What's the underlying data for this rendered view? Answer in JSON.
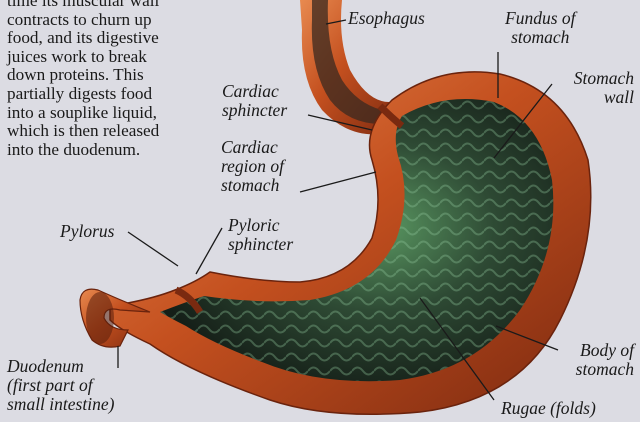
{
  "intro_text": [
    "time its muscular wall",
    "contracts to churn up",
    "food, and its digestive",
    "juices work to break",
    "down proteins. This",
    "partially digests food",
    "into a souplike liquid,",
    "which is then released",
    "into the duodenum."
  ],
  "labels": {
    "esophagus": [
      "Esophagus"
    ],
    "fundus": [
      "Fundus of",
      "stomach"
    ],
    "stomach_wall": [
      "Stomach",
      "wall"
    ],
    "cardiac_sphincter": [
      "Cardiac",
      "sphincter"
    ],
    "cardiac_region": [
      "Cardiac",
      "region of",
      "stomach"
    ],
    "pylorus": [
      "Pylorus"
    ],
    "pyloric_sphincter": [
      "Pyloric",
      "sphincter"
    ],
    "duodenum": [
      "Duodenum",
      "(first part of",
      "small intestine)"
    ],
    "body": [
      "Body of",
      "stomach"
    ],
    "rugae": [
      "Rugae (folds)"
    ]
  },
  "colors": {
    "background": "#dcdce3",
    "outer_wall": "#c4501f",
    "wall_highlight": "#e88a50",
    "inner_lining": "#2e4a34",
    "inner_glow": "#4f8a5a",
    "leader_line": "#1a1a1a"
  }
}
